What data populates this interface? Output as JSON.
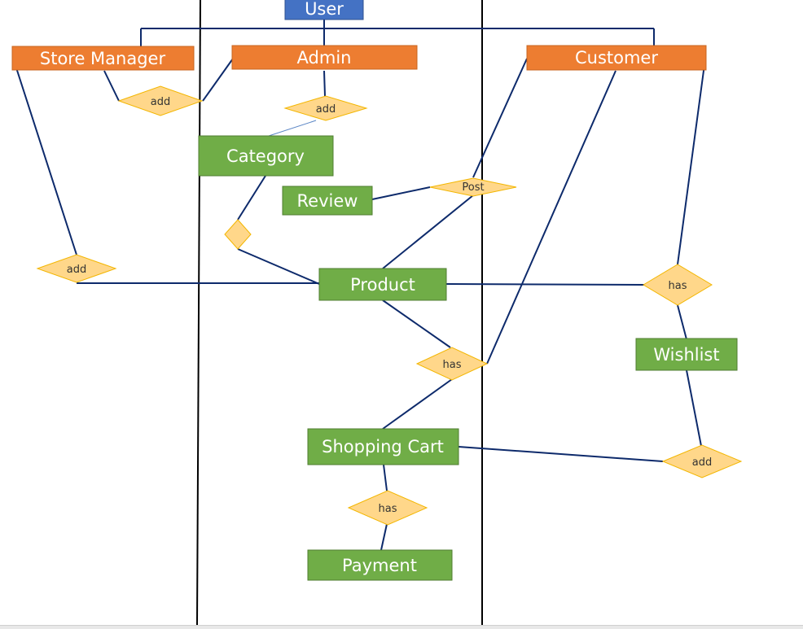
{
  "entities": {
    "user": "User",
    "store_manager": "Store Manager",
    "admin": "Admin",
    "customer": "Customer",
    "category": "Category",
    "review": "Review",
    "product": "Product",
    "wishlist": "Wishlist",
    "shopping_cart": "Shopping Cart",
    "payment": "Payment"
  },
  "relationships": {
    "sm_add": "add",
    "admin_add": "add",
    "post": "Post",
    "product_add": "add",
    "product_has_wishlist": "has",
    "product_has_cart": "has",
    "wishlist_add_cart": "add",
    "cart_has_payment": "has",
    "category_product": ""
  },
  "colors": {
    "user": "#4472c4",
    "role": "#ed7d31",
    "entity": "#70ad47",
    "relationship": "#ffd78a",
    "connector": "#0d2a6b"
  }
}
